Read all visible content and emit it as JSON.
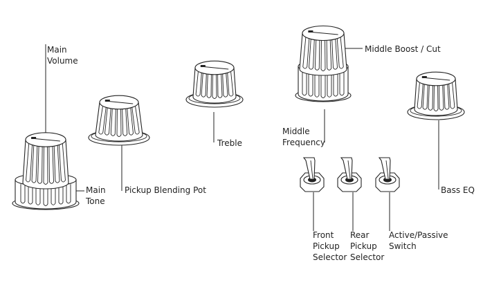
{
  "controls": {
    "main_volume": [
      "Main",
      "Volume"
    ],
    "main_tone": [
      "Main",
      "Tone"
    ],
    "pickup_blending_pot": "Pickup Blending Pot",
    "treble": "Treble",
    "middle_boost_cut": "Middle Boost / Cut",
    "middle_frequency": [
      "Middle",
      "Frequency"
    ],
    "bass_eq": "Bass EQ",
    "front_pickup_selector": [
      "Front",
      "Pickup",
      "Selector"
    ],
    "rear_pickup_selector": [
      "Rear",
      "Pickup",
      "Selector"
    ],
    "active_passive_switch": [
      "Active/Passive",
      "Switch"
    ]
  }
}
